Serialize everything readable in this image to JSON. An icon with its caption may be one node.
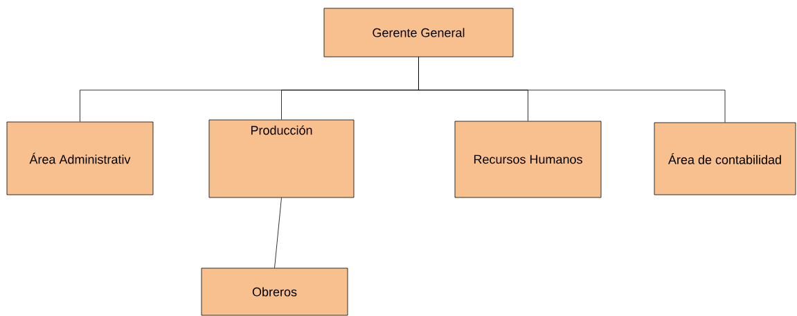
{
  "diagram": {
    "nodes": [
      {
        "text": [
          "Gerente General"
        ]
      },
      {
        "text": [
          "Área Administrativ"
        ]
      },
      {
        "text": [
          "Producción"
        ]
      },
      {
        "text": [
          "Recursos Humanos"
        ]
      },
      {
        "text": [
          "Área de contabilidad"
        ]
      },
      {
        "text": [
          "Obreros"
        ]
      }
    ],
    "edges": [
      {
        "from": 0,
        "to": 1,
        "arrow": "none"
      },
      {
        "from": 0,
        "to": 2,
        "arrow": "none"
      },
      {
        "from": 0,
        "to": 3,
        "arrow": "none"
      },
      {
        "from": 0,
        "to": 4,
        "arrow": "none"
      },
      {
        "from": 2,
        "to": 5,
        "arrow": "none"
      }
    ]
  }
}
